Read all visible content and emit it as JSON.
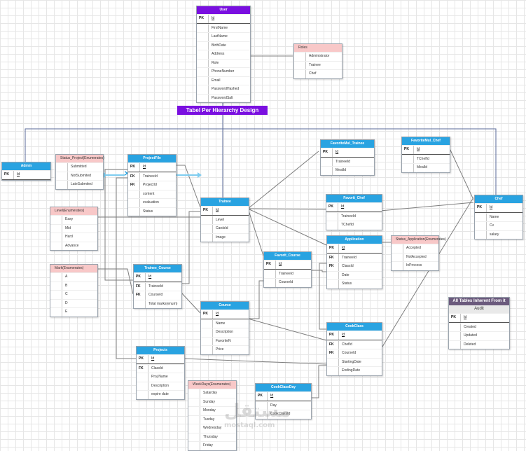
{
  "diagram_title": "Tabel Per Hierarchy Design",
  "watermark": {
    "arabic": "مستقل",
    "latin": "mostaql.com"
  },
  "tables": {
    "user": {
      "title": "User",
      "rows": [
        [
          "PK",
          "Id"
        ],
        [
          "",
          "FirstName"
        ],
        [
          "",
          "LastName"
        ],
        [
          "",
          "BirthDate"
        ],
        [
          "",
          "Address"
        ],
        [
          "",
          "Role"
        ],
        [
          "",
          "PhoneNumber"
        ],
        [
          "",
          "Email"
        ],
        [
          "",
          "PasswordHashed"
        ],
        [
          "",
          "PasswordSalt"
        ]
      ]
    },
    "roles": {
      "title": "Roles",
      "rows": [
        [
          "",
          "Administrator"
        ],
        [
          "",
          "Trainee"
        ],
        [
          "",
          "Chef"
        ]
      ]
    },
    "admin": {
      "title": "Admin",
      "rows": [
        [
          "PK",
          "Id"
        ]
      ]
    },
    "status_project": {
      "title": "Status_Project(Enumerates)",
      "rows": [
        [
          "",
          "Submitted"
        ],
        [
          "",
          "NotSubmited"
        ],
        [
          "",
          "LateSubmited"
        ]
      ]
    },
    "project_file": {
      "title": "ProjectFile",
      "rows": [
        [
          "PK",
          "Id"
        ],
        [
          "FK",
          "TraineeId"
        ],
        [
          "FK",
          "ProjectId"
        ],
        [
          "",
          "content"
        ],
        [
          "",
          "evaluation"
        ],
        [
          "",
          "Status"
        ]
      ]
    },
    "trainee": {
      "title": "Trainee",
      "rows": [
        [
          "PK",
          "Id"
        ],
        [
          "",
          "Level"
        ],
        [
          "",
          "CardsId"
        ],
        [
          "",
          "Image"
        ]
      ]
    },
    "favorite_mul_trainee": {
      "title": "FavoriteMul_Trainee",
      "rows": [
        [
          "PK",
          "Id"
        ],
        [
          "",
          "TraineeId"
        ],
        [
          "",
          "MealId"
        ]
      ]
    },
    "favorite_mul_chef": {
      "title": "FavoriteMul_Chef",
      "rows": [
        [
          "PK",
          "Id"
        ],
        [
          "",
          "TChefId"
        ],
        [
          "",
          "MealId"
        ]
      ]
    },
    "favorit_chef": {
      "title": "Favorit_Chef",
      "rows": [
        [
          "PK",
          "Id"
        ],
        [
          "",
          "TraineeId"
        ],
        [
          "",
          "TChefId"
        ]
      ]
    },
    "chef": {
      "title": "Chef",
      "rows": [
        [
          "PK",
          "Id"
        ],
        [
          "",
          "Name"
        ],
        [
          "",
          "Cv"
        ],
        [
          "",
          "salary"
        ]
      ]
    },
    "level": {
      "title": "Level(Enumerates)",
      "rows": [
        [
          "",
          "Easy"
        ],
        [
          "",
          "Mid"
        ],
        [
          "",
          "Hard"
        ],
        [
          "",
          "Advance"
        ]
      ]
    },
    "application": {
      "title": "Application",
      "rows": [
        [
          "PK",
          "Id"
        ],
        [
          "FK",
          "TraineeId"
        ],
        [
          "FK",
          "ClassId"
        ],
        [
          "",
          "Date"
        ],
        [
          "",
          "Status"
        ]
      ]
    },
    "status_application": {
      "title": "Status_Application(Enumerates)",
      "rows": [
        [
          "",
          "Accepted"
        ],
        [
          "",
          "NotAccepted"
        ],
        [
          "",
          "InProcess"
        ]
      ]
    },
    "favorit_course": {
      "title": "Favorit_Course",
      "rows": [
        [
          "PK",
          "Id"
        ],
        [
          "",
          "TraineeId"
        ],
        [
          "",
          "CourseId"
        ]
      ]
    },
    "mark": {
      "title": "Mark(Enumerates)",
      "rows": [
        [
          "",
          "A"
        ],
        [
          "",
          "B"
        ],
        [
          "",
          "C"
        ],
        [
          "",
          "D"
        ],
        [
          "",
          "E"
        ]
      ]
    },
    "trainee_course": {
      "title": "Trainee_Course",
      "rows": [
        [
          "PK",
          "Id"
        ],
        [
          "FK",
          "TraineeId"
        ],
        [
          "FK",
          "CourseId"
        ],
        [
          "",
          "Total marks(enum)"
        ]
      ]
    },
    "course": {
      "title": "Course",
      "rows": [
        [
          "PK",
          "Id"
        ],
        [
          "",
          "Name"
        ],
        [
          "",
          "Description"
        ],
        [
          "",
          "FavoriteN"
        ],
        [
          "",
          "Price"
        ]
      ]
    },
    "cook_class": {
      "title": "CookClass",
      "rows": [
        [
          "PK",
          "Id"
        ],
        [
          "FK",
          "ChefId"
        ],
        [
          "FK",
          "CourseId"
        ],
        [
          "",
          "StartingDate"
        ],
        [
          "",
          "EndingDate"
        ]
      ]
    },
    "all_tables": {
      "title": "All Tables Inherent From it",
      "subtitle": "Audit",
      "rows": [
        [
          "PK",
          "Id"
        ],
        [
          "",
          "Created"
        ],
        [
          "",
          "Updated"
        ],
        [
          "",
          "Deleted"
        ]
      ]
    },
    "projects": {
      "title": "Projects",
      "rows": [
        [
          "PK",
          "Id"
        ],
        [
          "FK",
          "ClassId"
        ],
        [
          "",
          "Proj Name"
        ],
        [
          "",
          "Description"
        ],
        [
          "",
          "expire date"
        ]
      ]
    },
    "week_days": {
      "title": "WeekDays(Enumerates)",
      "rows": [
        [
          "",
          "Satarday"
        ],
        [
          "",
          "Sunday"
        ],
        [
          "",
          "Monday"
        ],
        [
          "",
          "Tusday"
        ],
        [
          "",
          "Wednesday"
        ],
        [
          "",
          "Thursday"
        ],
        [
          "",
          "Friday"
        ]
      ]
    },
    "cook_class_day": {
      "title": "CookClassDay",
      "rows": [
        [
          "PK",
          "Id"
        ],
        [
          "",
          "Day"
        ],
        [
          "",
          "CookClassId"
        ]
      ]
    }
  }
}
